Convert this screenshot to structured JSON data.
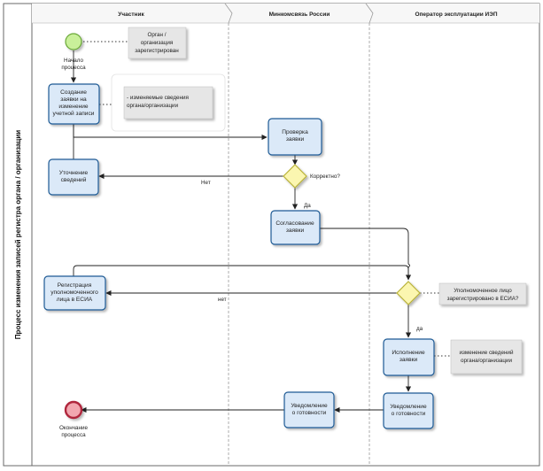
{
  "pool": {
    "title": "Процесс изменения записей регистра органа / организации"
  },
  "lanes": [
    {
      "id": "participant",
      "title": "Участник"
    },
    {
      "id": "ministry",
      "title": "Минкомсвязь России"
    },
    {
      "id": "operator",
      "title": "Оператор эксплуатации ИЭП"
    }
  ],
  "events": {
    "start": {
      "label": [
        "Начало",
        "процесса"
      ]
    },
    "end": {
      "label": [
        "Окончание",
        "процесса"
      ]
    }
  },
  "tasks": {
    "create_request": [
      "Создание",
      "заявки на",
      "изменение",
      "учетной записи"
    ],
    "clarify": [
      "Уточнение",
      "сведений"
    ],
    "register_esia": [
      "Регистрация",
      "уполномоченного",
      "лица в ЕСИА"
    ],
    "check_request": [
      "Проверка",
      "заявки"
    ],
    "approve_request": [
      "Согласование",
      "заявки"
    ],
    "notify_ministry": [
      "Уведомление",
      "о готовности"
    ],
    "execute_request": [
      "Исполнение",
      "заявки"
    ],
    "notify_operator": [
      "Уведомление",
      "о готовности"
    ]
  },
  "gateways": {
    "correct": {
      "label": "Корректно?"
    }
  },
  "annotations": {
    "org_registered": [
      "Орган /",
      "организация",
      "зарегистрирован"
    ],
    "changed_info": [
      "- изменяемые сведения",
      "органа/организации"
    ],
    "esia_check": [
      "Уполномоченное лицо",
      "зарегистрировано в ЕСИА?"
    ],
    "change_info": [
      "изменение сведений",
      "органа/организации"
    ]
  },
  "flow_labels": {
    "no_1": "Нет",
    "yes_1": "Да",
    "no_2": "нет",
    "yes_2": "да"
  },
  "colors": {
    "task_fill": "#dbe9f8",
    "task_stroke": "#1f5a94",
    "start_fill": "#c9f09a",
    "start_stroke": "#6aa838",
    "end_fill": "#f2a7b0",
    "end_stroke": "#b0283c",
    "gateway_fill": "#fbf6b0",
    "gateway_stroke": "#b9b238",
    "note_fill": "#e6e6e6",
    "lane_line": "#9a9a9a"
  }
}
